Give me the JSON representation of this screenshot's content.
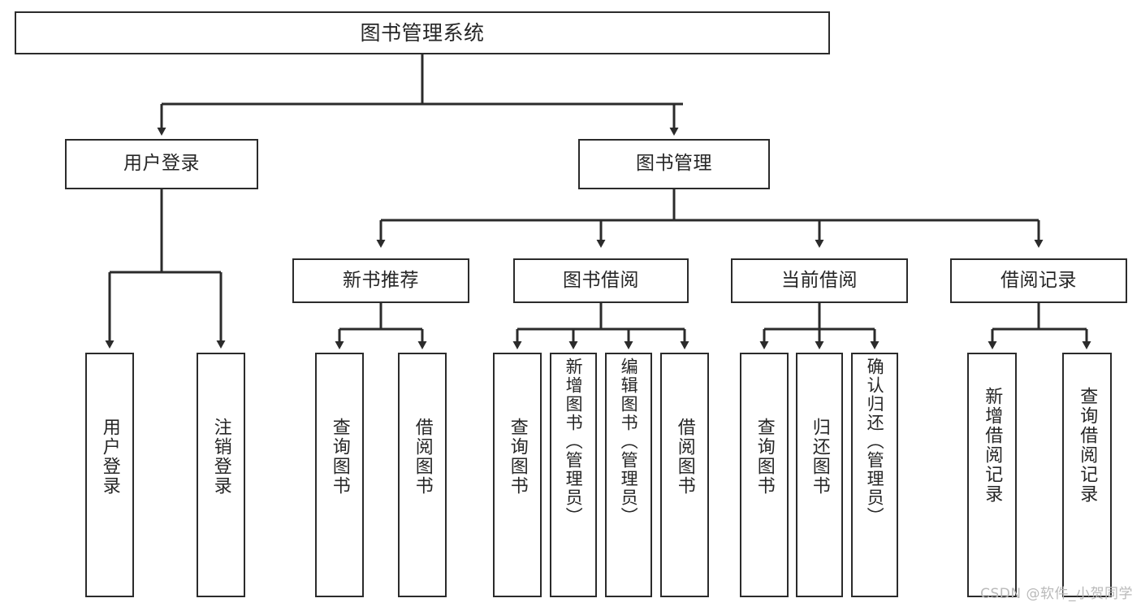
{
  "diagram": {
    "type": "tree-hierarchy",
    "title": "图书管理系统",
    "stroke_color": "#2b2b2b",
    "text_color": "#262626",
    "background_color": "#ffffff",
    "root": {
      "id": "root",
      "label": "图书管理系统"
    },
    "level2": [
      {
        "id": "user-login",
        "label": "用户登录"
      },
      {
        "id": "book-manage",
        "label": "图书管理"
      }
    ],
    "level3": [
      {
        "id": "new-book-recommend",
        "label": "新书推荐",
        "parent": "book-manage"
      },
      {
        "id": "book-borrow",
        "label": "图书借阅",
        "parent": "book-manage"
      },
      {
        "id": "current-borrow",
        "label": "当前借阅",
        "parent": "book-manage"
      },
      {
        "id": "borrow-record",
        "label": "借阅记录",
        "parent": "book-manage"
      }
    ],
    "leaves": [
      {
        "id": "leaf-user-login",
        "label": "用户登录",
        "parent": "user-login"
      },
      {
        "id": "leaf-user-logout",
        "label": "注销登录",
        "parent": "user-login"
      },
      {
        "id": "leaf-rec-query-book",
        "label": "查询图书",
        "parent": "new-book-recommend"
      },
      {
        "id": "leaf-rec-borrow-book",
        "label": "借阅图书",
        "parent": "new-book-recommend"
      },
      {
        "id": "leaf-borrow-query-book",
        "label": "查询图书",
        "parent": "book-borrow"
      },
      {
        "id": "leaf-borrow-add-book",
        "label": "新增图书（管理员）",
        "parent": "book-borrow"
      },
      {
        "id": "leaf-borrow-edit-book",
        "label": "编辑图书（管理员）",
        "parent": "book-borrow"
      },
      {
        "id": "leaf-borrow-borrow-book",
        "label": "借阅图书",
        "parent": "book-borrow"
      },
      {
        "id": "leaf-cur-query-book",
        "label": "查询图书",
        "parent": "current-borrow"
      },
      {
        "id": "leaf-cur-return-book",
        "label": "归还图书",
        "parent": "current-borrow"
      },
      {
        "id": "leaf-cur-confirm-return",
        "label": "确认归还（管理员）",
        "parent": "current-borrow"
      },
      {
        "id": "leaf-rec-add-record",
        "label": "新增借阅记录",
        "parent": "borrow-record"
      },
      {
        "id": "leaf-rec-query-record",
        "label": "查询借阅记录",
        "parent": "borrow-record"
      }
    ]
  },
  "watermark": {
    "text": "CSDN @软件_小贺同学"
  }
}
